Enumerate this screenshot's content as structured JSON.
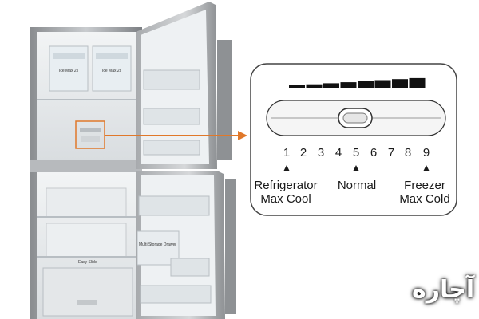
{
  "photo": {
    "ice_maker_left_label": "Ice Max 2s",
    "ice_maker_right_label": "Ice Max 2s",
    "bottom_shelf_label": "Easy Slide",
    "door_bin_label": "Multi Storage Drawer"
  },
  "control_panel": {
    "settings": [
      "1",
      "2",
      "3",
      "4",
      "5",
      "6",
      "7",
      "8",
      "9"
    ],
    "indicator_bars": 8,
    "markers": [
      {
        "setting": "1",
        "label_line1": "Refrigerator",
        "label_line2": "Max Cool"
      },
      {
        "setting": "5",
        "label_line1": "Normal",
        "label_line2": ""
      },
      {
        "setting": "9",
        "label_line1": "Freezer",
        "label_line2": "Max Cold"
      }
    ]
  },
  "watermark": {
    "text": "آچاره"
  },
  "colors": {
    "callout_line": "#e0782a",
    "panel_border": "#444444"
  }
}
